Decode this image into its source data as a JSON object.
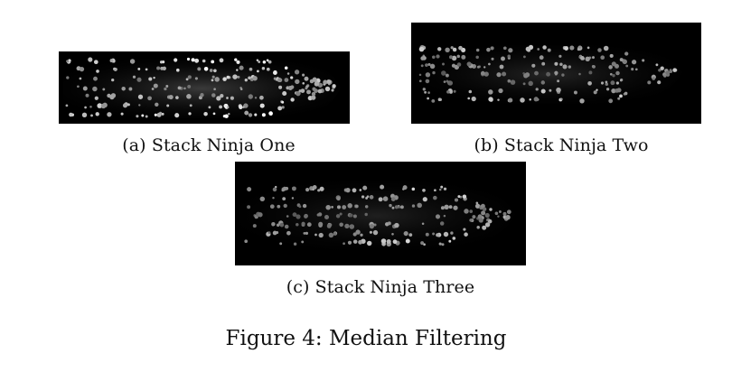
{
  "figure": {
    "caption": "Figure 4: Median Filtering"
  },
  "subfigures": [
    {
      "caption": "(a) Stack Ninja One"
    },
    {
      "caption": "(b) Stack Ninja Two"
    },
    {
      "caption": "(c) Stack Ninja Three"
    }
  ]
}
